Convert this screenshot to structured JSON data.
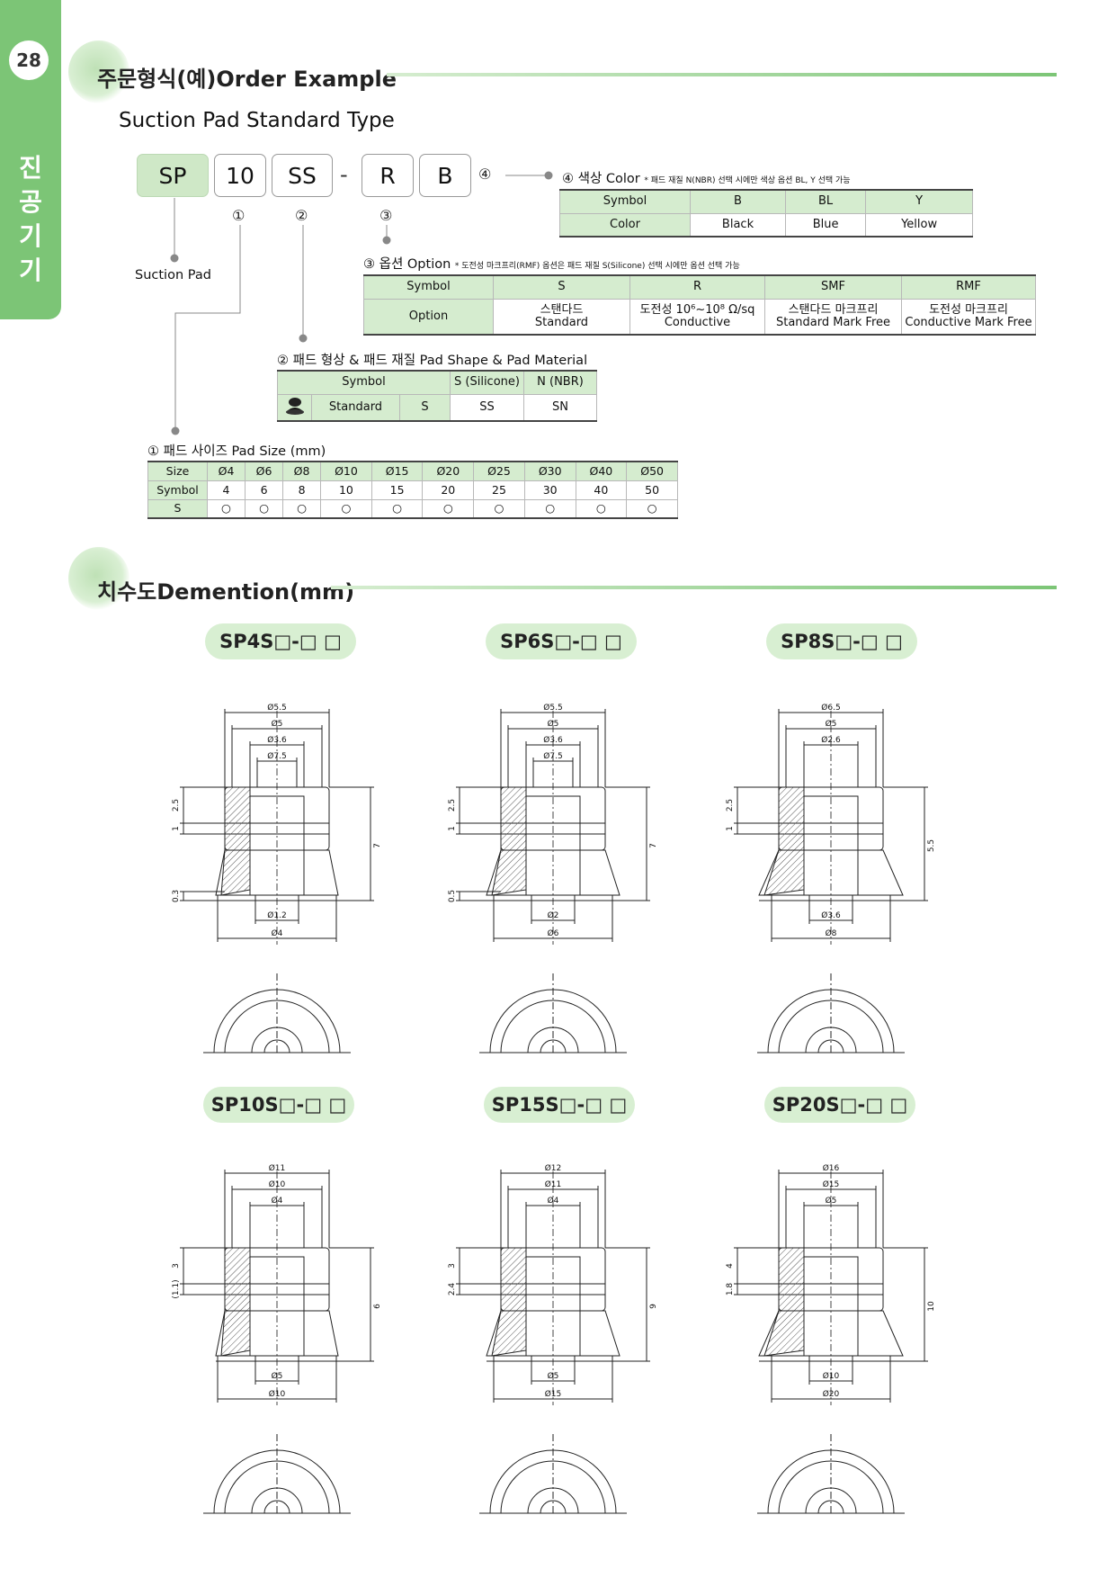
{
  "page": {
    "number": "28",
    "side_label": "진공기기"
  },
  "order_section": {
    "title": "주문형식(예)Order Example",
    "subtitle": "Suction Pad Standard Type",
    "code_parts": [
      "SP",
      "10",
      "SS",
      "R",
      "B"
    ],
    "code_dash": "-",
    "markers": [
      "①",
      "②",
      "③",
      "④"
    ],
    "suction_pad_label": "Suction Pad"
  },
  "color_table": {
    "caption": "④ 색상 Color",
    "note": "* 패드 재질 N(NBR) 선택 시에만 색상 옵션 BL, Y 선택 가능",
    "rows": [
      [
        "Symbol",
        "B",
        "BL",
        "Y"
      ],
      [
        "Color",
        "Black",
        "Blue",
        "Yellow"
      ]
    ]
  },
  "option_table": {
    "caption": "③ 옵션 Option",
    "note": "* 도전성 마크프리(RMF) 옵션은 패드 재질 S(Silicone) 선택 시에만 옵션 선택 가능",
    "header": [
      "Symbol",
      "S",
      "R",
      "SMF",
      "RMF"
    ],
    "row_label": "Option",
    "row_kr": [
      "스탠다드",
      "도전성 10⁶~10⁸ Ω/sq",
      "스탠다드 마크프리",
      "도전성 마크프리"
    ],
    "row_en": [
      "Standard",
      "Conductive",
      "Standard Mark Free",
      "Conductive Mark Free"
    ]
  },
  "material_table": {
    "caption": "② 패드 형상 & 패드 재질 Pad Shape & Pad Material",
    "header": [
      "Symbol",
      "S (Silicone)",
      "N (NBR)"
    ],
    "row": [
      "Standard",
      "S",
      "SS",
      "SN"
    ]
  },
  "size_table": {
    "caption": "① 패드 사이즈 Pad Size (mm)",
    "rows": [
      [
        "Size",
        "Ø4",
        "Ø6",
        "Ø8",
        "Ø10",
        "Ø15",
        "Ø20",
        "Ø25",
        "Ø30",
        "Ø40",
        "Ø50"
      ],
      [
        "Symbol",
        "4",
        "6",
        "8",
        "10",
        "15",
        "20",
        "25",
        "30",
        "40",
        "50"
      ],
      [
        "S",
        "○",
        "○",
        "○",
        "○",
        "○",
        "○",
        "○",
        "○",
        "○",
        "○"
      ]
    ]
  },
  "dimension_section": {
    "title": "치수도Demention(mm)",
    "products": [
      {
        "name": "SP4S□-□ □",
        "dims": {
          "top": [
            "Ø5.5",
            "Ø5",
            "Ø3.6",
            "Ø7.5"
          ],
          "bottom": [
            "Ø1.2",
            "Ø4"
          ],
          "side": [
            "2.5",
            "1",
            "0.3"
          ],
          "height": "7"
        }
      },
      {
        "name": "SP6S□-□ □",
        "dims": {
          "top": [
            "Ø5.5",
            "Ø5",
            "Ø3.6",
            "Ø7.5"
          ],
          "bottom": [
            "Ø2",
            "Ø6"
          ],
          "side": [
            "2.5",
            "1",
            "0.5"
          ],
          "height": "7"
        }
      },
      {
        "name": "SP8S□-□ □",
        "dims": {
          "top": [
            "Ø6.5",
            "Ø5",
            "Ø2.6"
          ],
          "bottom": [
            "Ø3.6",
            "Ø8"
          ],
          "side": [
            "2.5",
            "1"
          ],
          "height": "5.5"
        }
      },
      {
        "name": "SP10S□-□ □",
        "dims": {
          "top": [
            "Ø11",
            "Ø10",
            "Ø4"
          ],
          "bottom": [
            "Ø5",
            "Ø10"
          ],
          "side": [
            "3",
            "(1.1)"
          ],
          "height": "6"
        }
      },
      {
        "name": "SP15S□-□ □",
        "dims": {
          "top": [
            "Ø12",
            "Ø11",
            "Ø4"
          ],
          "bottom": [
            "Ø5",
            "Ø15"
          ],
          "side": [
            "3",
            "2.4"
          ],
          "height": "9"
        }
      },
      {
        "name": "SP20S□-□ □",
        "dims": {
          "top": [
            "Ø16",
            "Ø15",
            "Ø5"
          ],
          "bottom": [
            "Ø10",
            "Ø20"
          ],
          "side": [
            "4",
            "1.8"
          ],
          "height": "10"
        }
      }
    ]
  },
  "colors": {
    "accent": "#7cc576",
    "light_green": "#d5eccf",
    "pill": "#d8efd2"
  }
}
